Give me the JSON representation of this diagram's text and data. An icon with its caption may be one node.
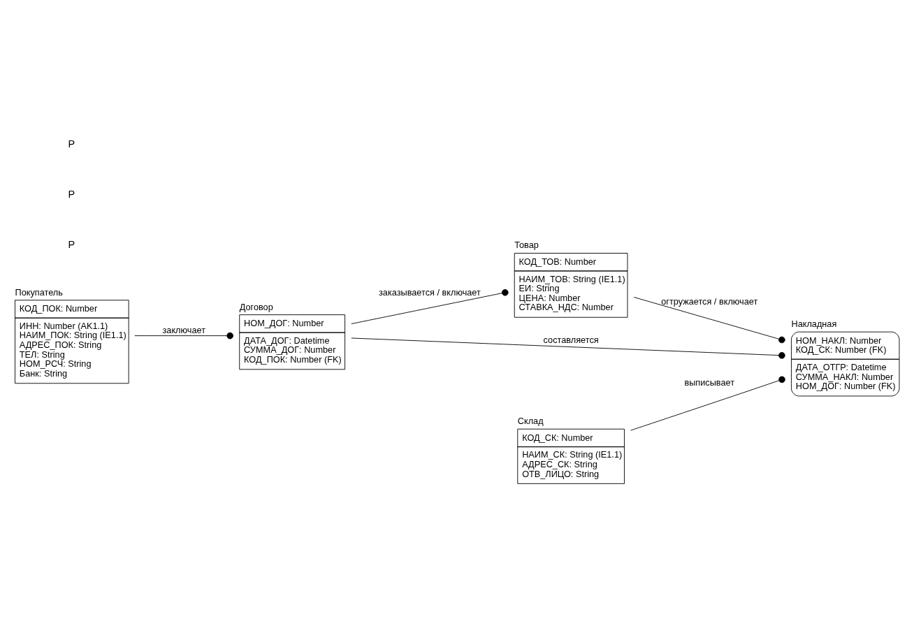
{
  "diagram": {
    "nodes": [
      {
        "text": [
          "Покупатель",
          "КОД_ПОК: Number",
          "ИНН: Number (AK1.1)",
          "НАИМ_ПОК: String (IE1.1)",
          "АДРЕС_ПОК: String",
          "ТЕЛ: String",
          "НОМ_РСЧ: String",
          "Банк: String"
        ]
      },
      {
        "text": [
          "Договор",
          "НОМ_ДОГ: Number",
          "ДАТА_ДОГ: Datetime",
          "СУММА_ДОГ: Number",
          "КОД_ПОК: Number (FK)"
        ]
      },
      {
        "text": [
          "Товар",
          "КОД_ТОВ: Number",
          "НАИМ_ТОВ: String (IE1.1)",
          "ЕИ: String",
          "ЦЕНА: Number",
          "СТАВКА_НДС: Number"
        ]
      },
      {
        "text": [
          "Накладная",
          "НОМ_НАКЛ: Number",
          "КОД_СК: Number (FK)",
          "ДАТА_ОТГР: Datetime",
          "СУММА_НАКЛ: Number",
          "НОМ_ДОГ: Number (FK)"
        ]
      },
      {
        "text": [
          "Склад",
          "КОД_СК: Number",
          "НАИМ_СК: String (IE1.1)",
          "АДРЕС_СК: String",
          "ОТВ_ЛИЦО: String"
        ]
      }
    ],
    "edges": [
      {
        "from": 0,
        "to": 1,
        "arrow": "other",
        "label": "заключает"
      },
      {
        "from": 1,
        "to": 2,
        "arrow": "other",
        "label": "заказывается / включает"
      },
      {
        "from": 2,
        "to": 3,
        "arrow": "other",
        "label": "огтружается / включает"
      },
      {
        "from": 4,
        "to": 3,
        "arrow": "other",
        "label": "выписывает"
      },
      {
        "from": 1,
        "to": 3,
        "arrow": "other",
        "label": "составляется"
      }
    ],
    "labels": [
      "P",
      "P",
      "P"
    ]
  }
}
